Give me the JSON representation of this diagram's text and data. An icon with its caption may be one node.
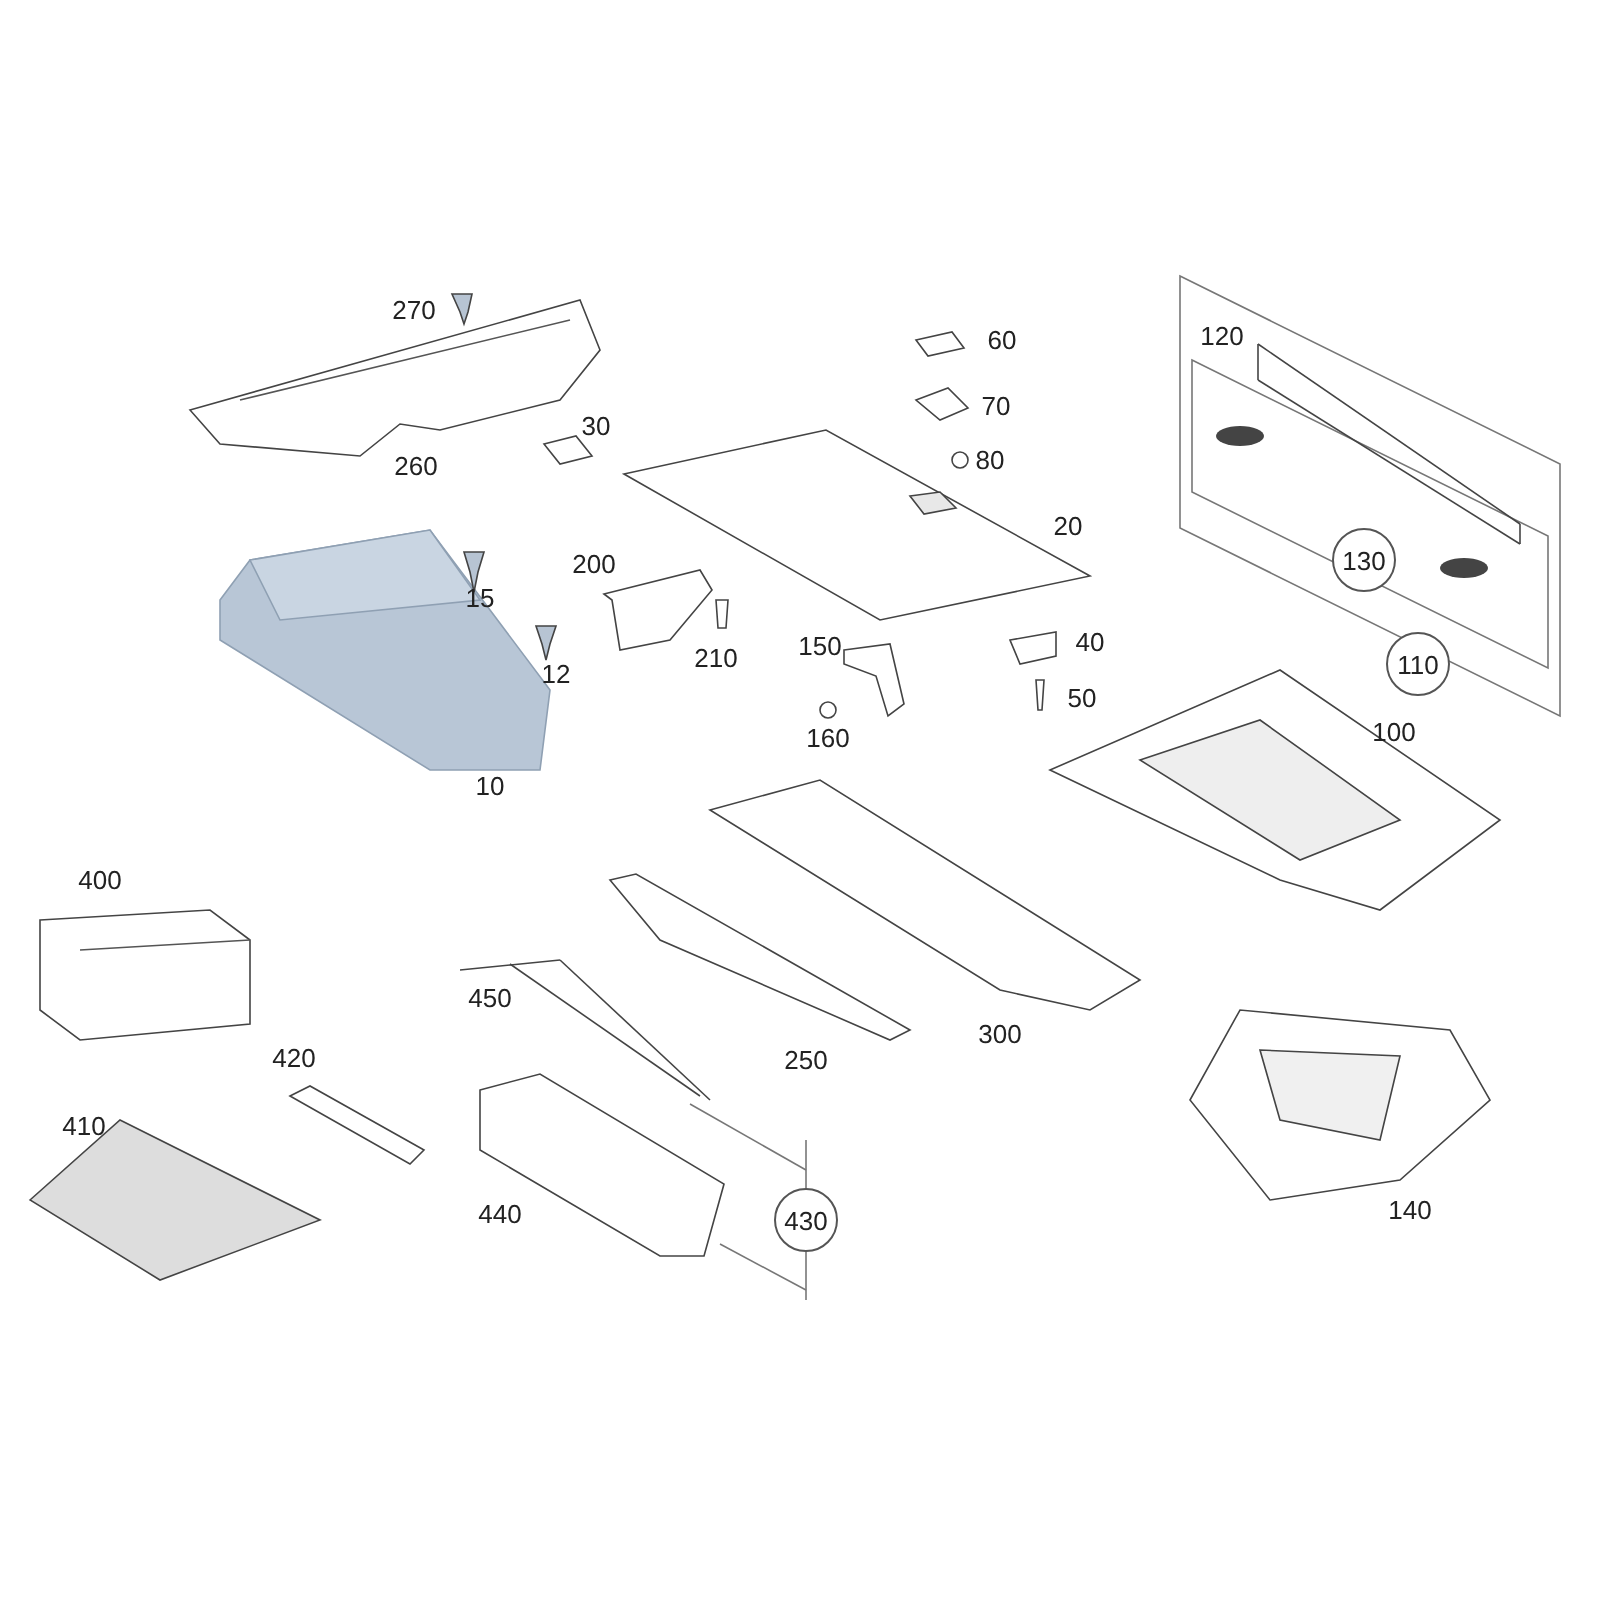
{
  "diagram": {
    "nodes": [
      {
        "text": [
          "130"
        ]
      },
      {
        "text": [
          "110"
        ]
      },
      {
        "text": [
          "430"
        ]
      }
    ],
    "labels": [
      "270",
      "60",
      "120",
      "30",
      "70",
      "260",
      "80",
      "20",
      "200",
      "15",
      "210",
      "12",
      "150",
      "40",
      "50",
      "160",
      "10",
      "100",
      "400",
      "450",
      "250",
      "300",
      "420",
      "410",
      "440",
      "140"
    ]
  }
}
